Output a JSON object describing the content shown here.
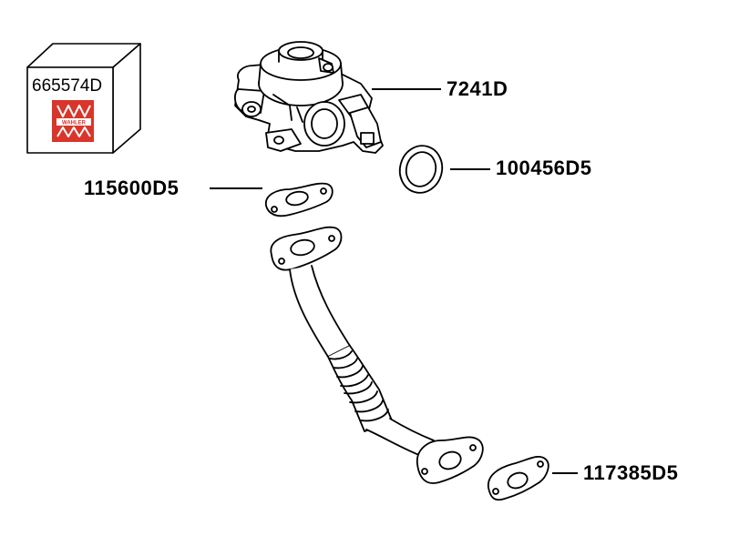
{
  "kit_box": {
    "number": "665574D",
    "brand": "WAHLER",
    "brand_color": "#d9352a"
  },
  "parts": [
    {
      "id": "egr-valve",
      "number": "7241D"
    },
    {
      "id": "o-ring-gasket",
      "number": "100456D5"
    },
    {
      "id": "upper-flange-gasket",
      "number": "115600D5"
    },
    {
      "id": "lower-flange-gasket",
      "number": "117385D5"
    }
  ],
  "colors": {
    "line": "#000000",
    "background": "#ffffff"
  }
}
